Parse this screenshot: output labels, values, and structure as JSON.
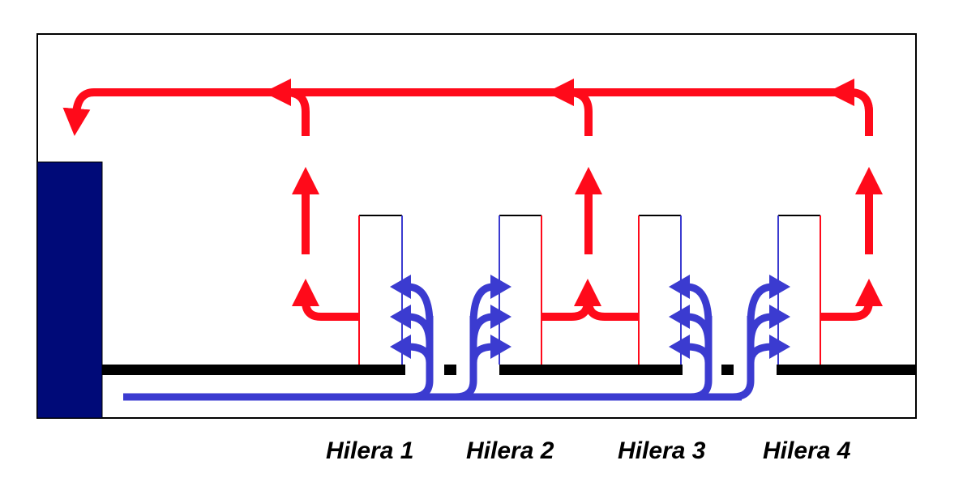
{
  "colors": {
    "hot_air": "#ff0a1a",
    "cold_air": "#3b3bd0",
    "crac_unit": "#000a78",
    "floor": "#000000",
    "rack_outline_hot": "#ff0a1a",
    "rack_outline_cold": "#3b3bd0"
  },
  "labels": {
    "row1": "Hilera 1",
    "row2": "Hilera 2",
    "row3": "Hilera 3",
    "row4": "Hilera 4"
  }
}
